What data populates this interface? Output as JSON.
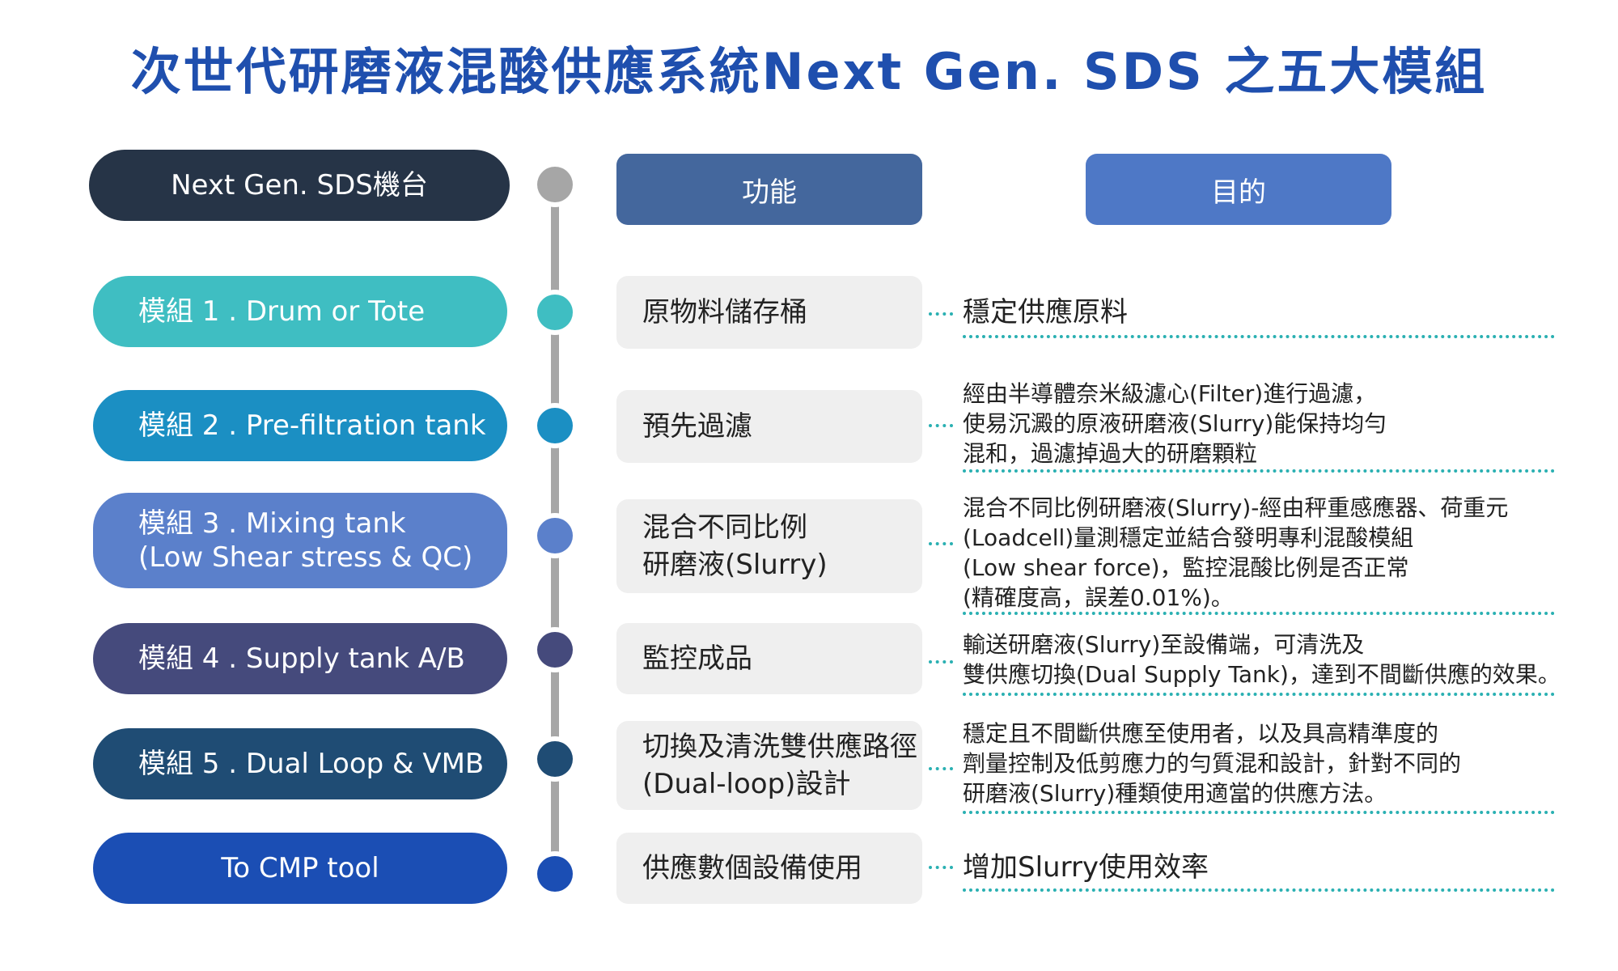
{
  "title": "次世代研磨液混酸供應系統Next Gen. SDS 之五大模組",
  "headers": {
    "machine": "Next Gen. SDS機台",
    "function": "功能",
    "purpose": "目的"
  },
  "colors": {
    "title": "#1f4fae",
    "machine_header": "#263447",
    "function_header": "#44679d",
    "purpose_header": "#4e78c6",
    "axis": "#a6a6a6",
    "dotted_line": "#2ab0b2",
    "function_box": "#efefef"
  },
  "rows": [
    {
      "module_line1": "模組 1 . Drum or Tote",
      "module_line2": "",
      "color": "#3fbec2",
      "function_lines": [
        "原物料儲存桶"
      ],
      "purpose_lines": [
        "穩定供應原料"
      ]
    },
    {
      "module_line1": "模組 2 . Pre-filtration tank",
      "module_line2": "",
      "color": "#1b8fc3",
      "function_lines": [
        "預先過濾"
      ],
      "purpose_lines": [
        "經由半導體奈米級濾心(Filter)進行過濾，",
        "使易沉澱的原液研磨液(Slurry)能保持均勻",
        "混和，過濾掉過大的研磨顆粒"
      ]
    },
    {
      "module_line1": "模組 3 . Mixing tank",
      "module_line2": "(Low Shear stress & QC)",
      "color": "#5b80cb",
      "function_lines": [
        "混合不同比例",
        "研磨液(Slurry)"
      ],
      "purpose_lines": [
        "混合不同比例研磨液(Slurry)-經由秤重感應器、荷重元",
        "(Loadcell)量測穩定並結合發明專利混酸模組",
        "(Low shear force)，監控混酸比例是否正常",
        "(精確度高，誤差0.01%)。"
      ]
    },
    {
      "module_line1": "模組 4 . Supply tank A/B",
      "module_line2": "",
      "color": "#454a7c",
      "function_lines": [
        "監控成品"
      ],
      "purpose_lines": [
        "輸送研磨液(Slurry)至設備端，可清洗及",
        "雙供應切換(Dual Supply Tank)，達到不間斷供應的效果。"
      ]
    },
    {
      "module_line1": "模組 5  . Dual Loop & VMB",
      "module_line2": "",
      "color": "#1f4c74",
      "function_lines": [
        "切換及清洗雙供應路徑",
        "(Dual-loop)設計"
      ],
      "purpose_lines": [
        "穩定且不間斷供應至使用者，以及具高精準度的",
        "劑量控制及低剪應力的勻質混和設計，針對不同的",
        "研磨液(Slurry)種類使用適當的供應方法。"
      ]
    },
    {
      "module_line1": "To CMP tool",
      "module_line2": "",
      "color": "#1b4eb4",
      "function_lines": [
        "供應數個設備使用"
      ],
      "purpose_lines": [
        "增加Slurry使用效率"
      ]
    }
  ]
}
